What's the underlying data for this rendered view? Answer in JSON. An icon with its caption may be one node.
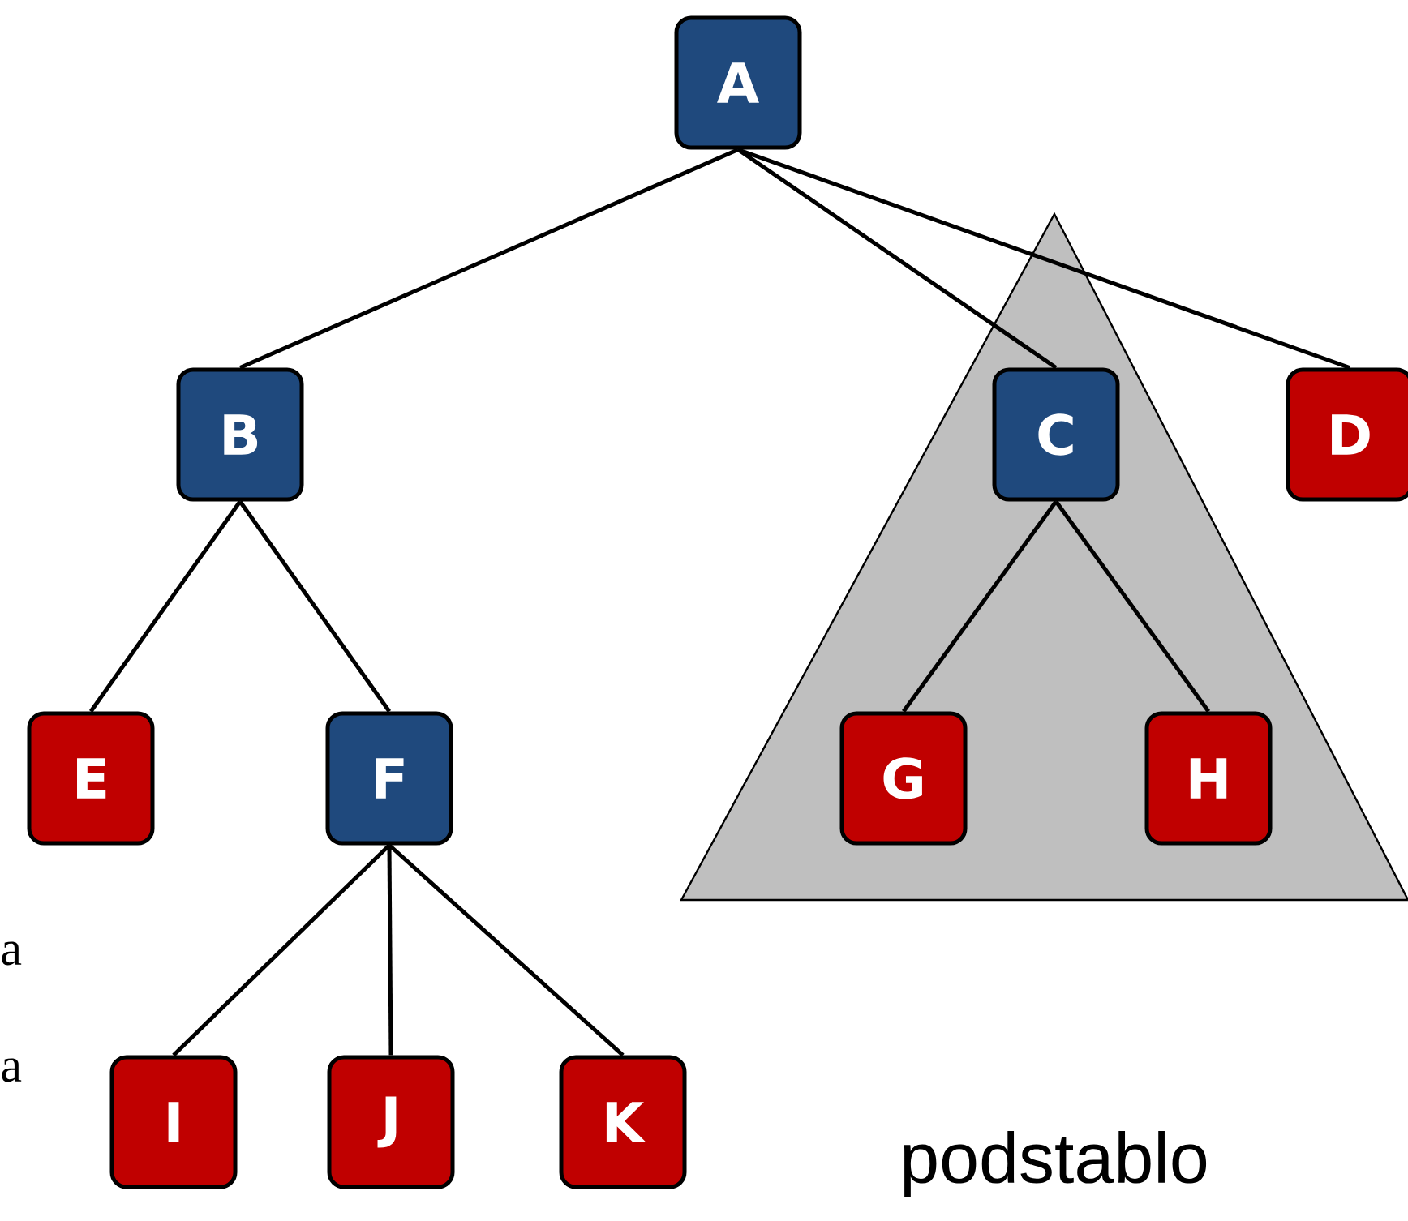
{
  "diagram": {
    "nodes": [
      {
        "text": [
          "A"
        ]
      },
      {
        "text": [
          "B"
        ]
      },
      {
        "text": [
          "C"
        ]
      },
      {
        "text": [
          "D"
        ]
      },
      {
        "text": [
          "E"
        ]
      },
      {
        "text": [
          "F"
        ]
      },
      {
        "text": [
          "G"
        ]
      },
      {
        "text": [
          "H"
        ]
      },
      {
        "text": [
          "I"
        ]
      },
      {
        "text": [
          "J"
        ]
      },
      {
        "text": [
          "K"
        ]
      }
    ],
    "edges": [
      {
        "from": 0,
        "to": 1,
        "arrow": "none"
      },
      {
        "from": 0,
        "to": 2,
        "arrow": "none"
      },
      {
        "from": 0,
        "to": 3,
        "arrow": "none"
      },
      {
        "from": 1,
        "to": 4,
        "arrow": "none"
      },
      {
        "from": 1,
        "to": 5,
        "arrow": "none"
      },
      {
        "from": 2,
        "to": 6,
        "arrow": "none"
      },
      {
        "from": 2,
        "to": 7,
        "arrow": "none"
      },
      {
        "from": 5,
        "to": 8,
        "arrow": "none"
      },
      {
        "from": 5,
        "to": 9,
        "arrow": "none"
      },
      {
        "from": 5,
        "to": 10,
        "arrow": "none"
      }
    ],
    "labels": [
      "a",
      "a",
      "podstablo"
    ]
  }
}
